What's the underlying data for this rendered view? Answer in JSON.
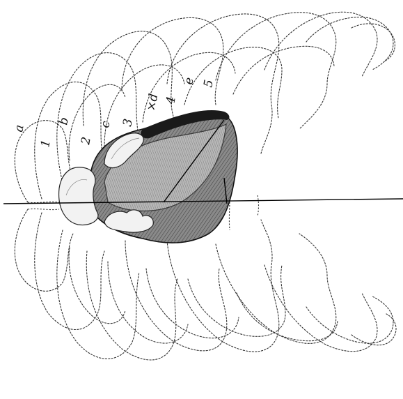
{
  "figure": {
    "labels": {
      "a": "a",
      "b": "b",
      "c": "c",
      "d": "×d",
      "e": "e",
      "n1": "1",
      "n2": "2",
      "n3": "3",
      "n4": "4",
      "n5": "5"
    }
  }
}
